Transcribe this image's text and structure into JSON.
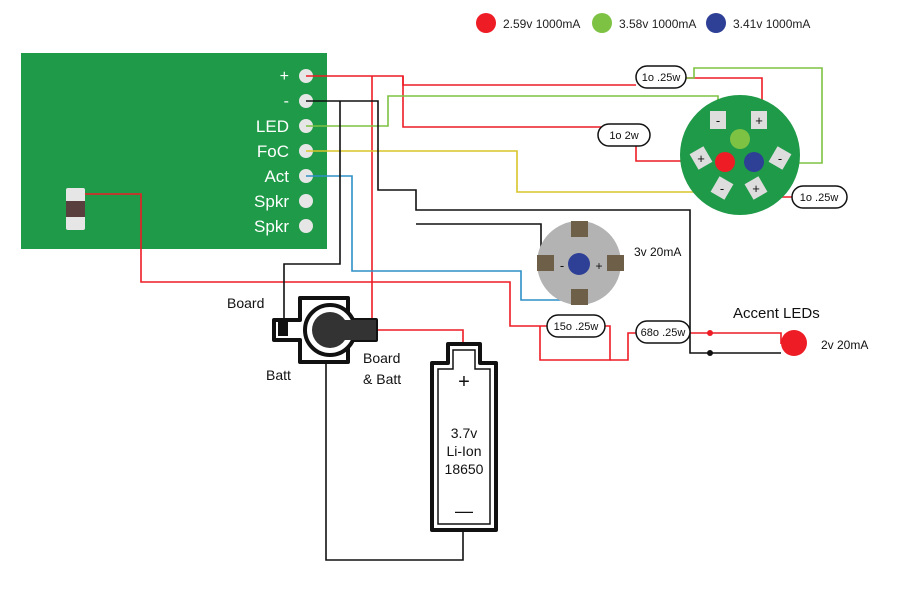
{
  "legend": [
    {
      "text": "2.59v 1000mA",
      "color": "#ee1c25"
    },
    {
      "text": "3.58v 1000mA",
      "color": "#7dc243"
    },
    {
      "text": "3.41v 1000mA",
      "color": "#2e3f96"
    }
  ],
  "board": {
    "color": "#1f9a48",
    "pins": [
      "+",
      "-",
      "LED",
      "FoC",
      "Act",
      "Spkr",
      "Spkr"
    ]
  },
  "resistors": {
    "r1": "1o .25w",
    "r2": "1o 2w",
    "r3": "1o .25w",
    "r4": "15o .25w",
    "r5": "68o .25w"
  },
  "triple_led": {
    "pad_tl": "-",
    "pad_tr": "+",
    "pad_ml": "+",
    "pad_mr": "-",
    "pad_bl": "-",
    "pad_br": "+"
  },
  "single_led": {
    "minus": "-",
    "plus": "+",
    "spec": "3v 20mA"
  },
  "accent": {
    "title": "Accent LEDs",
    "spec": "2v 20mA",
    "color": "#ee1c25"
  },
  "switch_labels": {
    "board": "Board",
    "batt": "Batt",
    "board_batt_1": "Board",
    "board_batt_2": "& Batt"
  },
  "battery": {
    "plus": "+",
    "minus": "—",
    "line1": "3.7v",
    "line2": "Li-Ion",
    "line3": "18650"
  },
  "colors": {
    "red": "#ee1c25",
    "green": "#7dc243",
    "blue": "#2e8fc7",
    "yellow": "#d9c429",
    "black": "#111111",
    "pad": "#6e6048"
  }
}
